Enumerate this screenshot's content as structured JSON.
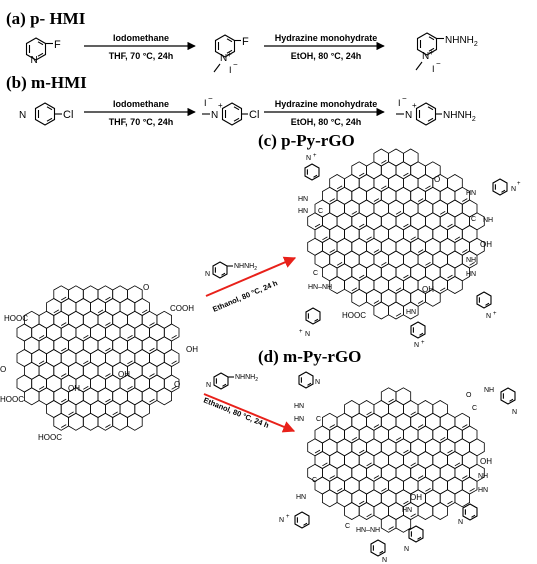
{
  "panels": {
    "a": {
      "title": "(a) p- HMI",
      "substituent": "F",
      "product_group": "NHNH",
      "product_sub": "2",
      "step1": {
        "reagent": "Iodomethane",
        "conditions": "THF, 70 °C, 24h"
      },
      "step2": {
        "reagent": "Hydrazine monohydrate",
        "conditions": "EtOH, 80 °C, 24h"
      }
    },
    "b": {
      "title": "(b) m-HMI",
      "substituent": "Cl",
      "product_group": "NHNH",
      "product_sub": "2",
      "step1": {
        "reagent": "Iodomethane",
        "conditions": "THF, 70 °C, 24h"
      },
      "step2": {
        "reagent": "Hydrazine monohydrate",
        "conditions": "EtOH, 80 °C, 24h"
      }
    },
    "c": {
      "title": "(c) p-Py-rGO",
      "arrow_label": "Ethanol, 80 °C, 24 h",
      "reagent_group": "NHNH",
      "reagent_sub": "2"
    },
    "d": {
      "title": "(d) m-Py-rGO",
      "arrow_label": "Ethanol, 80 °C, 24 h",
      "reagent_group": "NHNH",
      "reagent_sub": "2"
    }
  },
  "labels": {
    "n": "N",
    "i": "I",
    "plus": "+",
    "minus": "−",
    "o": "O",
    "oh": "OH",
    "cooh": "COOH",
    "hooc": "HOOC",
    "c": "C",
    "nh": "NH",
    "hn": "HN",
    "hn_n": "HN–NH"
  },
  "arrow_color": "#e8211a"
}
